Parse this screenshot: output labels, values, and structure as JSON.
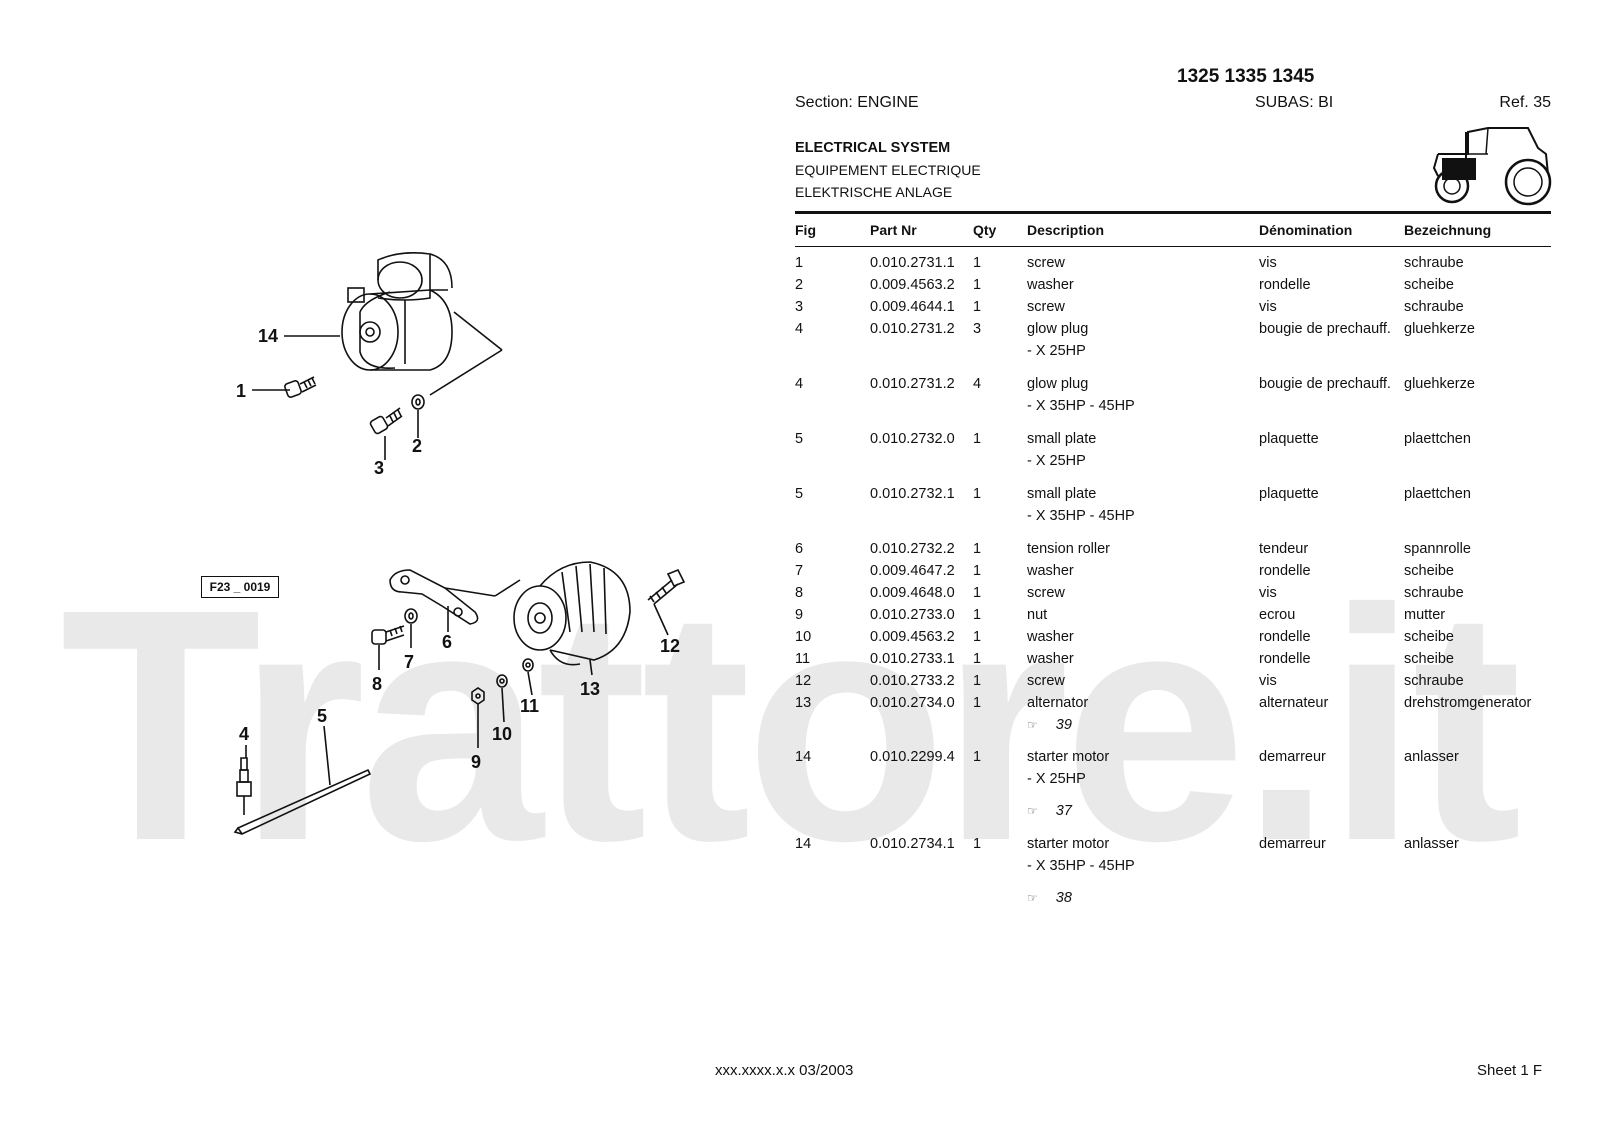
{
  "header": {
    "models": "1325 1335 1345",
    "section": "Section: ENGINE",
    "subas": "SUBAS: BI",
    "ref": "Ref. 35"
  },
  "titles": {
    "en": "ELECTRICAL SYSTEM",
    "fr": "EQUIPEMENT ELECTRIQUE",
    "de": "ELEKTRISCHE ANLAGE"
  },
  "watermark": "Trattore.it",
  "columns": [
    "Fig",
    "Part Nr",
    "Qty",
    "Description",
    "Dénomination",
    "Bezeichnung"
  ],
  "rows": [
    {
      "fig": "1",
      "part": "0.010.2731.1",
      "qty": "1",
      "desc": "screw",
      "den": "vis",
      "bez": "schraube"
    },
    {
      "fig": "2",
      "part": "0.009.4563.2",
      "qty": "1",
      "desc": "washer",
      "den": "rondelle",
      "bez": "scheibe"
    },
    {
      "fig": "3",
      "part": "0.009.4644.1",
      "qty": "1",
      "desc": "screw",
      "den": "vis",
      "bez": "schraube"
    },
    {
      "fig": "4",
      "part": "0.010.2731.2",
      "qty": "3",
      "desc": "glow plug",
      "den": "bougie de prechauff.",
      "bez": "gluehkerze",
      "sub": "- X 25HP"
    },
    {
      "fig": "4",
      "part": "0.010.2731.2",
      "qty": "4",
      "desc": "glow plug",
      "den": "bougie de prechauff.",
      "bez": "gluehkerze",
      "sub": "- X 35HP - 45HP"
    },
    {
      "fig": "5",
      "part": "0.010.2732.0",
      "qty": "1",
      "desc": "small plate",
      "den": "plaquette",
      "bez": "plaettchen",
      "sub": "- X 25HP"
    },
    {
      "fig": "5",
      "part": "0.010.2732.1",
      "qty": "1",
      "desc": "small plate",
      "den": "plaquette",
      "bez": "plaettchen",
      "sub": "- X 35HP - 45HP"
    },
    {
      "fig": "6",
      "part": "0.010.2732.2",
      "qty": "1",
      "desc": "tension roller",
      "den": "tendeur",
      "bez": "spannrolle"
    },
    {
      "fig": "7",
      "part": "0.009.4647.2",
      "qty": "1",
      "desc": "washer",
      "den": "rondelle",
      "bez": "scheibe"
    },
    {
      "fig": "8",
      "part": "0.009.4648.0",
      "qty": "1",
      "desc": "screw",
      "den": "vis",
      "bez": "schraube"
    },
    {
      "fig": "9",
      "part": "0.010.2733.0",
      "qty": "1",
      "desc": "nut",
      "den": "ecrou",
      "bez": "mutter"
    },
    {
      "fig": "10",
      "part": "0.009.4563.2",
      "qty": "1",
      "desc": "washer",
      "den": "rondelle",
      "bez": "scheibe"
    },
    {
      "fig": "11",
      "part": "0.010.2733.1",
      "qty": "1",
      "desc": "washer",
      "den": "rondelle",
      "bez": "scheibe"
    },
    {
      "fig": "12",
      "part": "0.010.2733.2",
      "qty": "1",
      "desc": "screw",
      "den": "vis",
      "bez": "schraube"
    },
    {
      "fig": "13",
      "part": "0.010.2734.0",
      "qty": "1",
      "desc": "alternator",
      "den": "alternateur",
      "bez": "drehstromgenerator",
      "ref": "39"
    },
    {
      "fig": "14",
      "part": "0.010.2299.4",
      "qty": "1",
      "desc": "starter motor",
      "den": "demarreur",
      "bez": "anlasser",
      "sub": "- X 25HP",
      "ref": "37"
    },
    {
      "fig": "14",
      "part": "0.010.2734.1",
      "qty": "1",
      "desc": "starter motor",
      "den": "demarreur",
      "bez": "anlasser",
      "sub": "- X 35HP - 45HP",
      "ref": "38"
    }
  ],
  "diagram": {
    "figure_id": "F23 _ 0019",
    "callouts": [
      "1",
      "2",
      "3",
      "4",
      "5",
      "6",
      "7",
      "8",
      "9",
      "10",
      "11",
      "12",
      "13",
      "14"
    ]
  },
  "footer": {
    "code": "xxx.xxxx.x.x  03/2003",
    "sheet": "Sheet 1 F"
  }
}
